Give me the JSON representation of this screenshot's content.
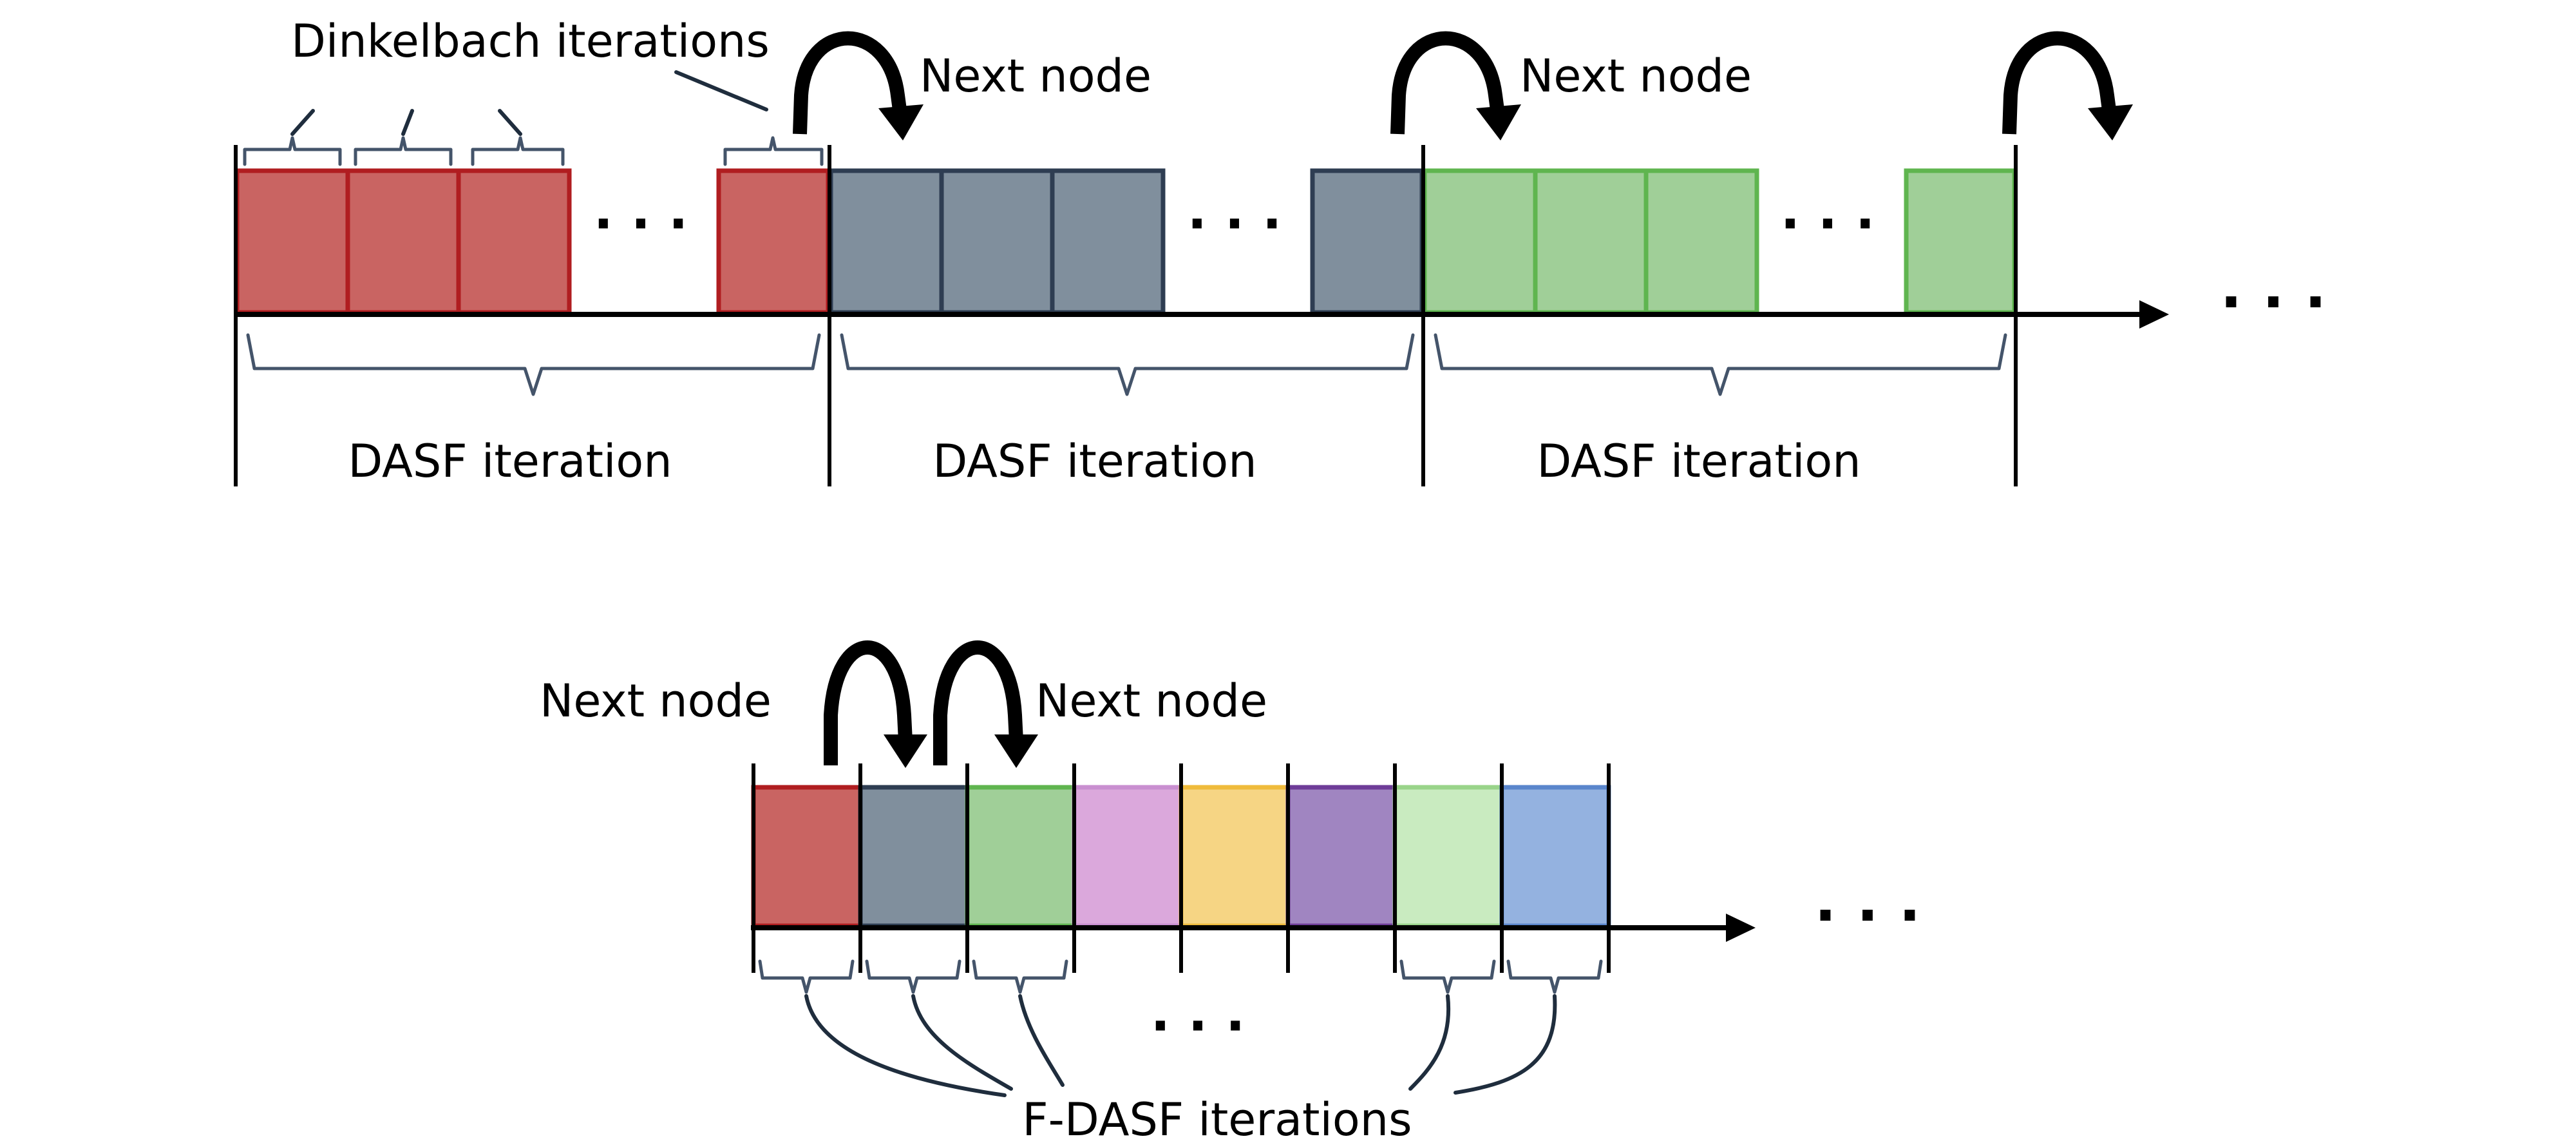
{
  "top": {
    "dinkelbach_label": "Dinkelbach iterations",
    "next_node_labels": [
      "Next node",
      "Next node"
    ],
    "dasf_labels": [
      "DASF iteration",
      "DASF iteration",
      "DASF iteration"
    ],
    "ellipsis": "· · ·",
    "segment_colors": [
      {
        "fill": "#c96462",
        "stroke": "#b01d20"
      },
      {
        "fill": "#808f9d",
        "stroke": "#2e3d52"
      },
      {
        "fill": "#a0cf98",
        "stroke": "#5fb54f"
      }
    ]
  },
  "bottom": {
    "next_node_labels": [
      "Next node",
      "Next node"
    ],
    "fdasf_label": "F-DASF iterations",
    "ellipsis": "· · ·",
    "block_colors": [
      {
        "fill": "#c96462",
        "stroke": "#b01d20"
      },
      {
        "fill": "#808f9d",
        "stroke": "#2e3d52"
      },
      {
        "fill": "#a0cf98",
        "stroke": "#5fb54f"
      },
      {
        "fill": "#dba8dc",
        "stroke": "#c98fd0"
      },
      {
        "fill": "#f6d584",
        "stroke": "#efbb3b"
      },
      {
        "fill": "#a085c1",
        "stroke": "#6e3c98"
      },
      {
        "fill": "#c9ebc0",
        "stroke": "#99d48a"
      },
      {
        "fill": "#94b2e0",
        "stroke": "#5a86cc"
      }
    ]
  }
}
